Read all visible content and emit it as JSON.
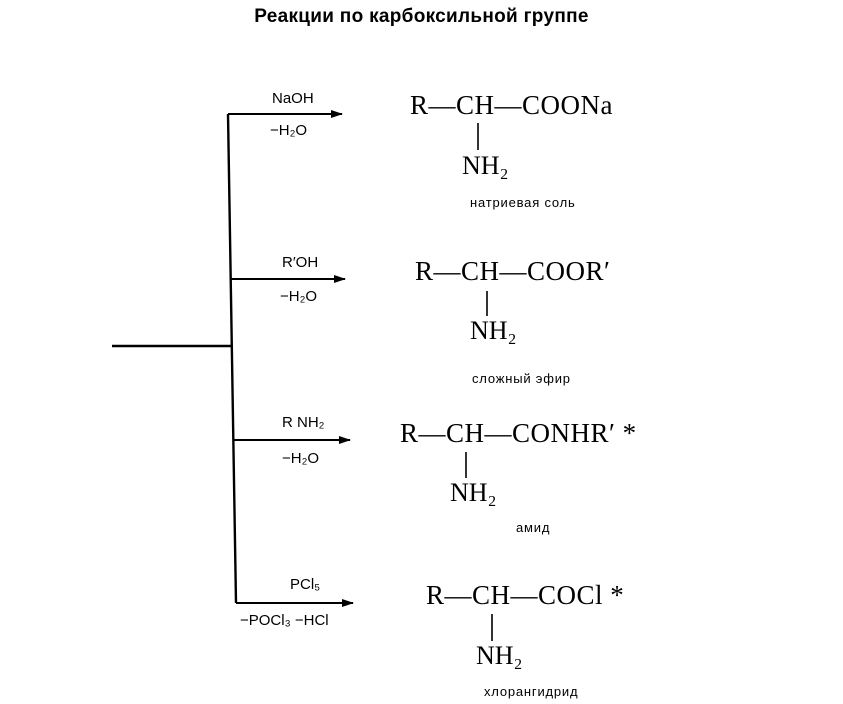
{
  "title": "Реакции по карбоксильной группе",
  "reactions": [
    {
      "reagent": "NaOH",
      "condition": "−H₂O",
      "product_main": "R—CH—COONa",
      "product_branch": "NH₂",
      "caption": "натриевая соль"
    },
    {
      "reagent": "R′OH",
      "condition": "−H₂O",
      "product_main": "R—CH—COOR′",
      "product_branch": "NH₂",
      "caption": "сложный эфир"
    },
    {
      "reagent": "R NH₂",
      "condition": "−H₂O",
      "product_main": "R—CH—CONHR′ *",
      "product_branch": "NH₂",
      "caption": "амид"
    },
    {
      "reagent": "PCl₅",
      "condition": "−POCl₃  −HCl",
      "product_main": "R—CH—COCl *",
      "product_branch": "NH₂",
      "caption": "хлорангидрид"
    }
  ]
}
